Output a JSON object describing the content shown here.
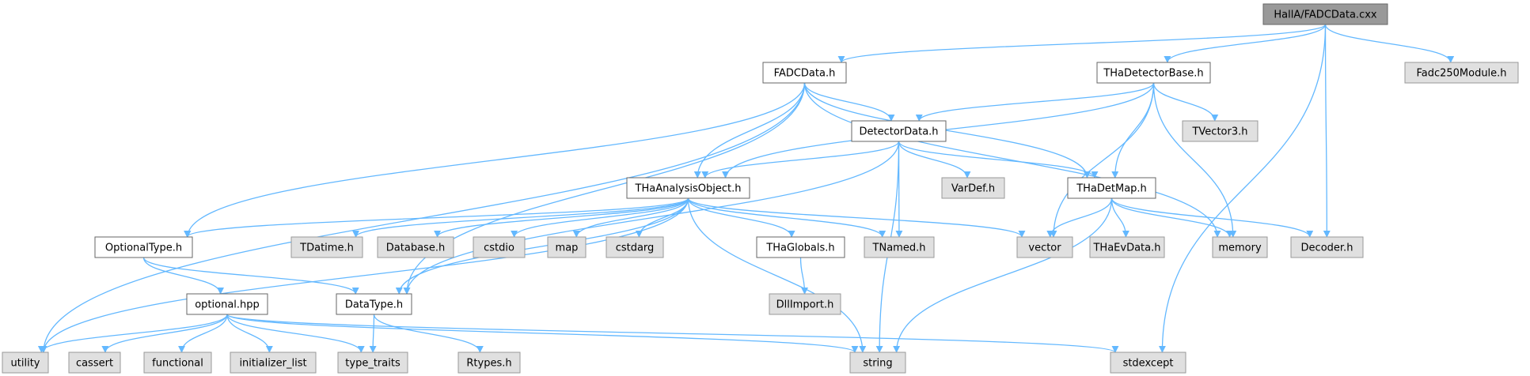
{
  "diagram": {
    "type": "include-dependency-graph",
    "colors": {
      "edge": "#63b8ff",
      "root_fill": "#999999",
      "documented_fill": "#ffffff",
      "documented_border": "#666666",
      "external_fill": "#e0e0e0",
      "external_border": "#999999"
    },
    "nodes": [
      {
        "id": "root",
        "label": "HallA/FADCData.cxx",
        "kind": "root"
      },
      {
        "id": "fadcdata_h",
        "label": "FADCData.h",
        "kind": "documented"
      },
      {
        "id": "thadetectorbase_h",
        "label": "THaDetectorBase.h",
        "kind": "documented"
      },
      {
        "id": "fadc250module_h",
        "label": "Fadc250Module.h",
        "kind": "external"
      },
      {
        "id": "detectordata_h",
        "label": "DetectorData.h",
        "kind": "documented"
      },
      {
        "id": "tvector3_h",
        "label": "TVector3.h",
        "kind": "external"
      },
      {
        "id": "thaanalysisobject_h",
        "label": "THaAnalysisObject.h",
        "kind": "documented"
      },
      {
        "id": "vardef_h",
        "label": "VarDef.h",
        "kind": "external"
      },
      {
        "id": "thadetmap_h",
        "label": "THaDetMap.h",
        "kind": "documented"
      },
      {
        "id": "optionaltype_h",
        "label": "OptionalType.h",
        "kind": "documented"
      },
      {
        "id": "tdatime_h",
        "label": "TDatime.h",
        "kind": "external"
      },
      {
        "id": "database_h",
        "label": "Database.h",
        "kind": "external"
      },
      {
        "id": "cstdio",
        "label": "cstdio",
        "kind": "external"
      },
      {
        "id": "map",
        "label": "map",
        "kind": "external"
      },
      {
        "id": "cstdarg",
        "label": "cstdarg",
        "kind": "external"
      },
      {
        "id": "thaglobals_h",
        "label": "THaGlobals.h",
        "kind": "documented"
      },
      {
        "id": "tnamed_h",
        "label": "TNamed.h",
        "kind": "external"
      },
      {
        "id": "vector",
        "label": "vector",
        "kind": "external"
      },
      {
        "id": "thaevdata_h",
        "label": "THaEvData.h",
        "kind": "external"
      },
      {
        "id": "memory",
        "label": "memory",
        "kind": "external"
      },
      {
        "id": "decoder_h",
        "label": "Decoder.h",
        "kind": "external"
      },
      {
        "id": "optional_hpp",
        "label": "optional.hpp",
        "kind": "documented"
      },
      {
        "id": "datatype_h",
        "label": "DataType.h",
        "kind": "documented"
      },
      {
        "id": "dllimport_h",
        "label": "DllImport.h",
        "kind": "external"
      },
      {
        "id": "utility",
        "label": "utility",
        "kind": "external"
      },
      {
        "id": "cassert",
        "label": "cassert",
        "kind": "external"
      },
      {
        "id": "functional",
        "label": "functional",
        "kind": "external"
      },
      {
        "id": "initializer_list",
        "label": "initializer_list",
        "kind": "external"
      },
      {
        "id": "type_traits",
        "label": "type_traits",
        "kind": "external"
      },
      {
        "id": "rtypes_h",
        "label": "Rtypes.h",
        "kind": "external"
      },
      {
        "id": "string",
        "label": "string",
        "kind": "external"
      },
      {
        "id": "stdexcept",
        "label": "stdexcept",
        "kind": "external"
      }
    ],
    "edges": [
      [
        "root",
        "fadcdata_h"
      ],
      [
        "root",
        "thadetectorbase_h"
      ],
      [
        "root",
        "fadc250module_h"
      ],
      [
        "root",
        "decoder_h"
      ],
      [
        "root",
        "stdexcept"
      ],
      [
        "fadcdata_h",
        "utility"
      ],
      [
        "fadcdata_h",
        "optionaltype_h"
      ],
      [
        "fadcdata_h",
        "datatype_h"
      ],
      [
        "fadcdata_h",
        "thaanalysisobject_h"
      ],
      [
        "fadcdata_h",
        "detectordata_h"
      ],
      [
        "fadcdata_h",
        "thadetmap_h"
      ],
      [
        "fadcdata_h",
        "memory"
      ],
      [
        "thadetectorbase_h",
        "detectordata_h"
      ],
      [
        "thadetectorbase_h",
        "thaanalysisobject_h"
      ],
      [
        "thadetectorbase_h",
        "tvector3_h"
      ],
      [
        "thadetectorbase_h",
        "thadetmap_h"
      ],
      [
        "thadetectorbase_h",
        "vector"
      ],
      [
        "thadetectorbase_h",
        "memory"
      ],
      [
        "detectordata_h",
        "thaanalysisobject_h"
      ],
      [
        "detectordata_h",
        "datatype_h"
      ],
      [
        "detectordata_h",
        "tnamed_h"
      ],
      [
        "detectordata_h",
        "vardef_h"
      ],
      [
        "detectordata_h",
        "thadetmap_h"
      ],
      [
        "detectordata_h",
        "string"
      ],
      [
        "thaanalysisobject_h",
        "utility"
      ],
      [
        "thaanalysisobject_h",
        "optionaltype_h"
      ],
      [
        "thaanalysisobject_h",
        "tdatime_h"
      ],
      [
        "thaanalysisobject_h",
        "database_h"
      ],
      [
        "thaanalysisobject_h",
        "cstdio"
      ],
      [
        "thaanalysisobject_h",
        "map"
      ],
      [
        "thaanalysisobject_h",
        "cstdarg"
      ],
      [
        "thaanalysisobject_h",
        "thaglobals_h"
      ],
      [
        "thaanalysisobject_h",
        "tnamed_h"
      ],
      [
        "thaanalysisobject_h",
        "vector"
      ],
      [
        "thaanalysisobject_h",
        "datatype_h"
      ],
      [
        "thaanalysisobject_h",
        "string"
      ],
      [
        "thadetmap_h",
        "vector"
      ],
      [
        "thadetmap_h",
        "thaevdata_h"
      ],
      [
        "thadetmap_h",
        "memory"
      ],
      [
        "thadetmap_h",
        "decoder_h"
      ],
      [
        "thadetmap_h",
        "string"
      ],
      [
        "optionaltype_h",
        "optional_hpp"
      ],
      [
        "optionaltype_h",
        "datatype_h"
      ],
      [
        "optional_hpp",
        "utility"
      ],
      [
        "optional_hpp",
        "cassert"
      ],
      [
        "optional_hpp",
        "functional"
      ],
      [
        "optional_hpp",
        "initializer_list"
      ],
      [
        "optional_hpp",
        "type_traits"
      ],
      [
        "optional_hpp",
        "string"
      ],
      [
        "optional_hpp",
        "stdexcept"
      ],
      [
        "thaglobals_h",
        "dllimport_h"
      ],
      [
        "datatype_h",
        "type_traits"
      ],
      [
        "datatype_h",
        "rtypes_h"
      ]
    ]
  }
}
